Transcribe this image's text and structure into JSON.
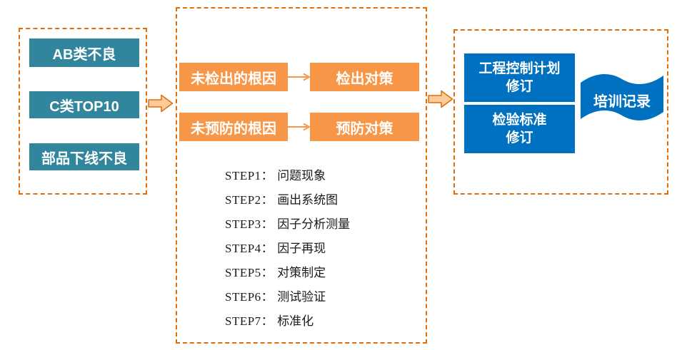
{
  "colors": {
    "teal": "#31859C",
    "orange": "#F79646",
    "orange_border": "#E36C0A",
    "arrow_fill": "#FBCB9C",
    "blue": "#0070C0",
    "step_text": "#1A1A1A"
  },
  "left_panel": {
    "items": [
      "AB类不良",
      "C类TOP10",
      "部品下线不良"
    ]
  },
  "middle_panel": {
    "flows": [
      {
        "cause": "未检出的根因",
        "action": "检出对策"
      },
      {
        "cause": "未预防的根因",
        "action": "预防对策"
      }
    ],
    "steps": [
      {
        "label": "STEP1：",
        "text": "问题现象"
      },
      {
        "label": "STEP2：",
        "text": "画出系统图"
      },
      {
        "label": "STEP3：",
        "text": "因子分析测量"
      },
      {
        "label": "STEP4：",
        "text": "因子再现"
      },
      {
        "label": "STEP5：",
        "text": "对策制定"
      },
      {
        "label": "STEP6：",
        "text": "测试验证"
      },
      {
        "label": "STEP7：",
        "text": "标准化"
      }
    ]
  },
  "right_panel": {
    "outputs": [
      {
        "line1": "工程控制计划",
        "line2": "修订"
      },
      {
        "line1": "检验标准",
        "line2": "修订"
      }
    ],
    "flag": {
      "label": "培训记录"
    }
  },
  "icons": {
    "flow_arrow": "block-arrow-right",
    "connector_arrow": "thin-arrow-right",
    "flag_shape": "wave-flag"
  }
}
